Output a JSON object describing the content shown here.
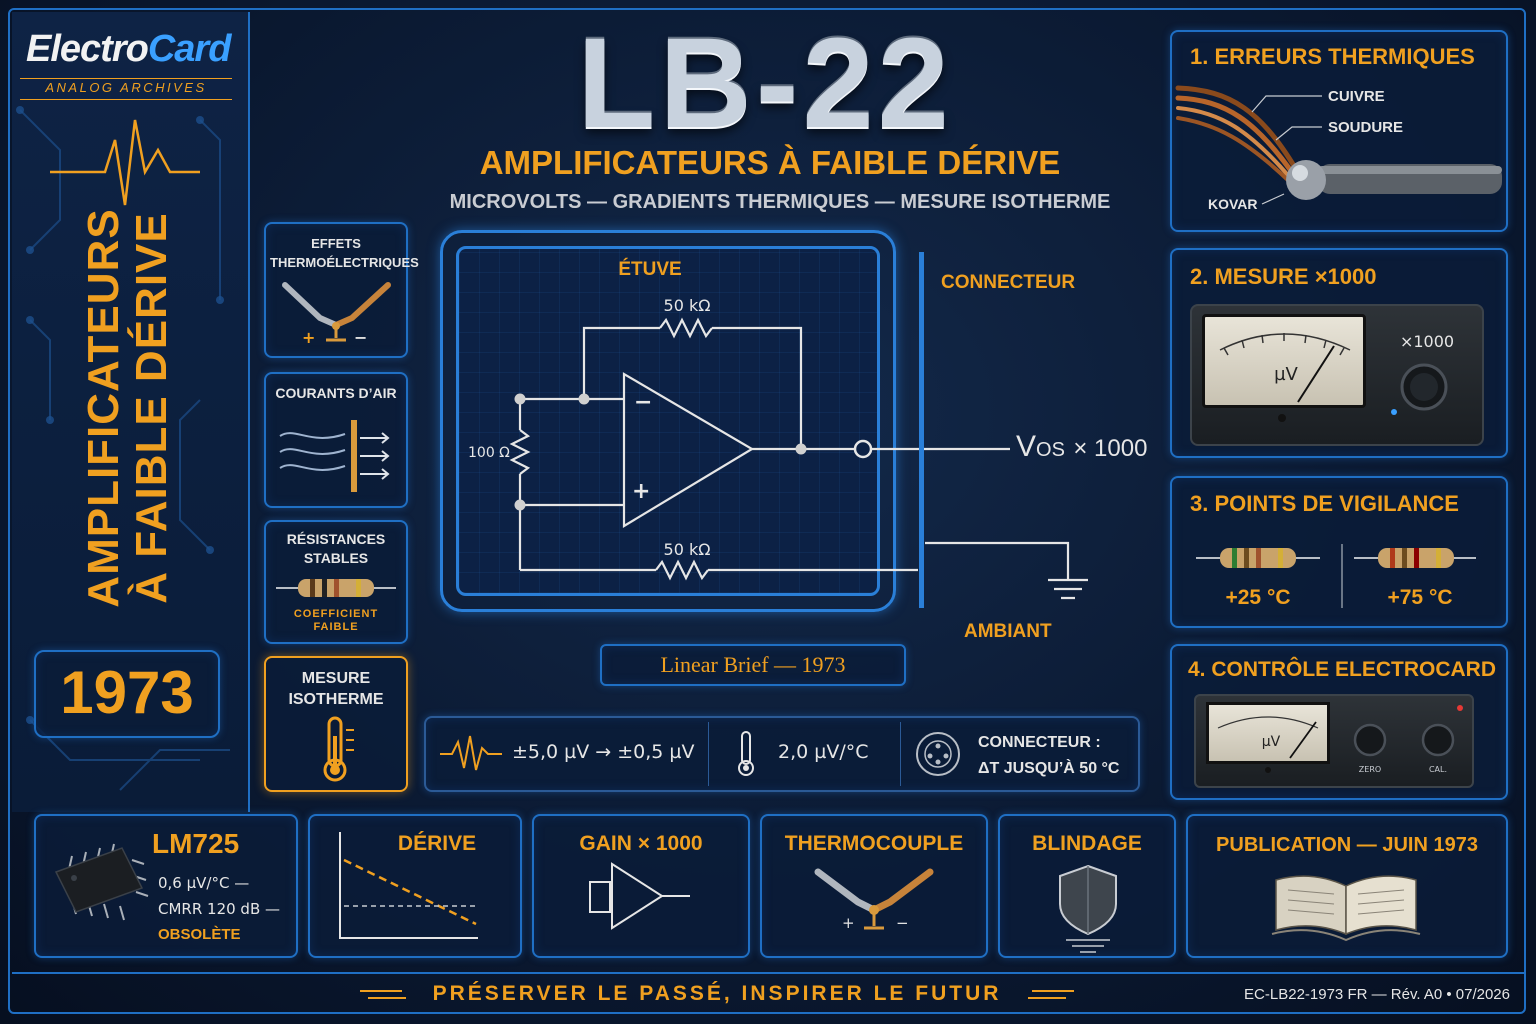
{
  "brand": {
    "name_a": "Electro",
    "name_b": "Card",
    "tagline": "ANALOG ARCHIVES"
  },
  "sidebar": {
    "vertical_line1": "AMPLIFICATEURS",
    "vertical_line2": "À FAIBLE DÉRIVE",
    "year": "1973"
  },
  "header": {
    "title": "LB-22",
    "subtitle": "AMPLIFICATEURS À FAIBLE DÉRIVE",
    "tagline": "MICROVOLTS — GRADIENTS THERMIQUES — MESURE ISOTHERME"
  },
  "left_icons": [
    {
      "label": "EFFETS THERMOÉLECTRIQUES",
      "plus": "+",
      "minus": "−"
    },
    {
      "label": "COURANTS D’AIR"
    },
    {
      "label": "RÉSISTANCES STABLES",
      "caption": "COEFFICIENT FAIBLE"
    },
    {
      "label": "MESURE ISOTHERME"
    }
  ],
  "circuit": {
    "etuve": "ÉTUVE",
    "r_top": "50 kΩ",
    "r_bottom": "50 kΩ",
    "r_left": "100 Ω",
    "minus": "−",
    "plus": "+",
    "connecteur": "CONNECTEUR",
    "ambiant": "AMBIANT",
    "vos": "V",
    "vos_sub": "OS",
    "vos_gain": "× 1000",
    "badge": "Linear Brief — 1973"
  },
  "specs": [
    {
      "text": "±5,0 µV → ±0,5 µV"
    },
    {
      "text": "2,0 µV/°C"
    },
    {
      "line1": "CONNECTEUR :",
      "line2": "ΔT JUSQU’À 50 °C"
    }
  ],
  "right_cards": {
    "c1": {
      "title": "1. ERREURS THERMIQUES",
      "cuivre": "CUIVRE",
      "soudure": "SOUDURE",
      "kovar": "KOVAR"
    },
    "c2": {
      "title": "2. MESURE ×1000",
      "unit": "µV",
      "mult": "×1000"
    },
    "c3": {
      "title": "3. POINTS DE VIGILANCE",
      "t1": "+25 °C",
      "t2": "+75 °C"
    },
    "c4": {
      "title": "4. CONTRÔLE ELECTROCARD",
      "unit": "µV",
      "zero": "ZERO",
      "cal": "CAL."
    }
  },
  "bottom_cards": [
    {
      "title": "LM725",
      "line1": "0,6 µV/°C —",
      "line2": "CMRR 120 dB —",
      "line3": "OBSOLÈTE"
    },
    {
      "title": "DÉRIVE"
    },
    {
      "title": "GAIN × 1000"
    },
    {
      "title": "THERMOCOUPLE",
      "plus": "+",
      "minus": "−"
    },
    {
      "title": "BLINDAGE"
    },
    {
      "title": "PUBLICATION — JUIN 1973"
    }
  ],
  "footer": {
    "motto": "PRÉSERVER LE PASSÉ, INSPIRER LE FUTUR",
    "ref": "EC-LB22-1973 FR — Rév. A0 • 07/2026"
  },
  "colors": {
    "accent": "#f0a020",
    "border": "#1f6fc4",
    "background": "#0b1a33"
  }
}
